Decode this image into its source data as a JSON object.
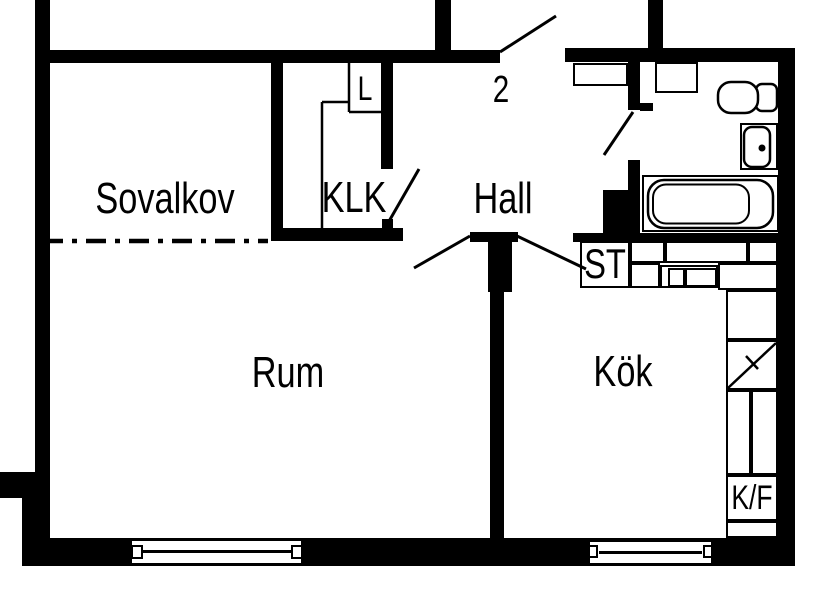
{
  "floorplan": {
    "type": "apartment-floor-plan",
    "colors": {
      "walls": "#000000",
      "background": "#ffffff"
    },
    "rooms": {
      "sovalkov": {
        "label": "Sovalkov"
      },
      "klk": {
        "label": "KLK"
      },
      "hall": {
        "label": "Hall"
      },
      "rum": {
        "label": "Rum"
      },
      "kok": {
        "label": "Kök"
      }
    },
    "annotations": {
      "closet_l": {
        "label": "L"
      },
      "stairwell_number": {
        "label": "2"
      },
      "cleaning_closet": {
        "label": "ST"
      },
      "fridge_freezer": {
        "label": "K/F"
      }
    },
    "fixtures": {
      "bathroom": [
        "toilet",
        "sink",
        "bathtub",
        "washing-machine"
      ],
      "kitchen": [
        "counter",
        "stove",
        "ventilation-shaft",
        "fridge-freezer-cabinet"
      ],
      "windows": [
        "rum-window",
        "kok-window"
      ],
      "doors": [
        "entrance-door",
        "bathroom-door",
        "klk-door",
        "rum-opening",
        "kok-opening"
      ],
      "other": [
        "sovalkov-dashed-boundary",
        "hall-cabinet"
      ]
    }
  }
}
